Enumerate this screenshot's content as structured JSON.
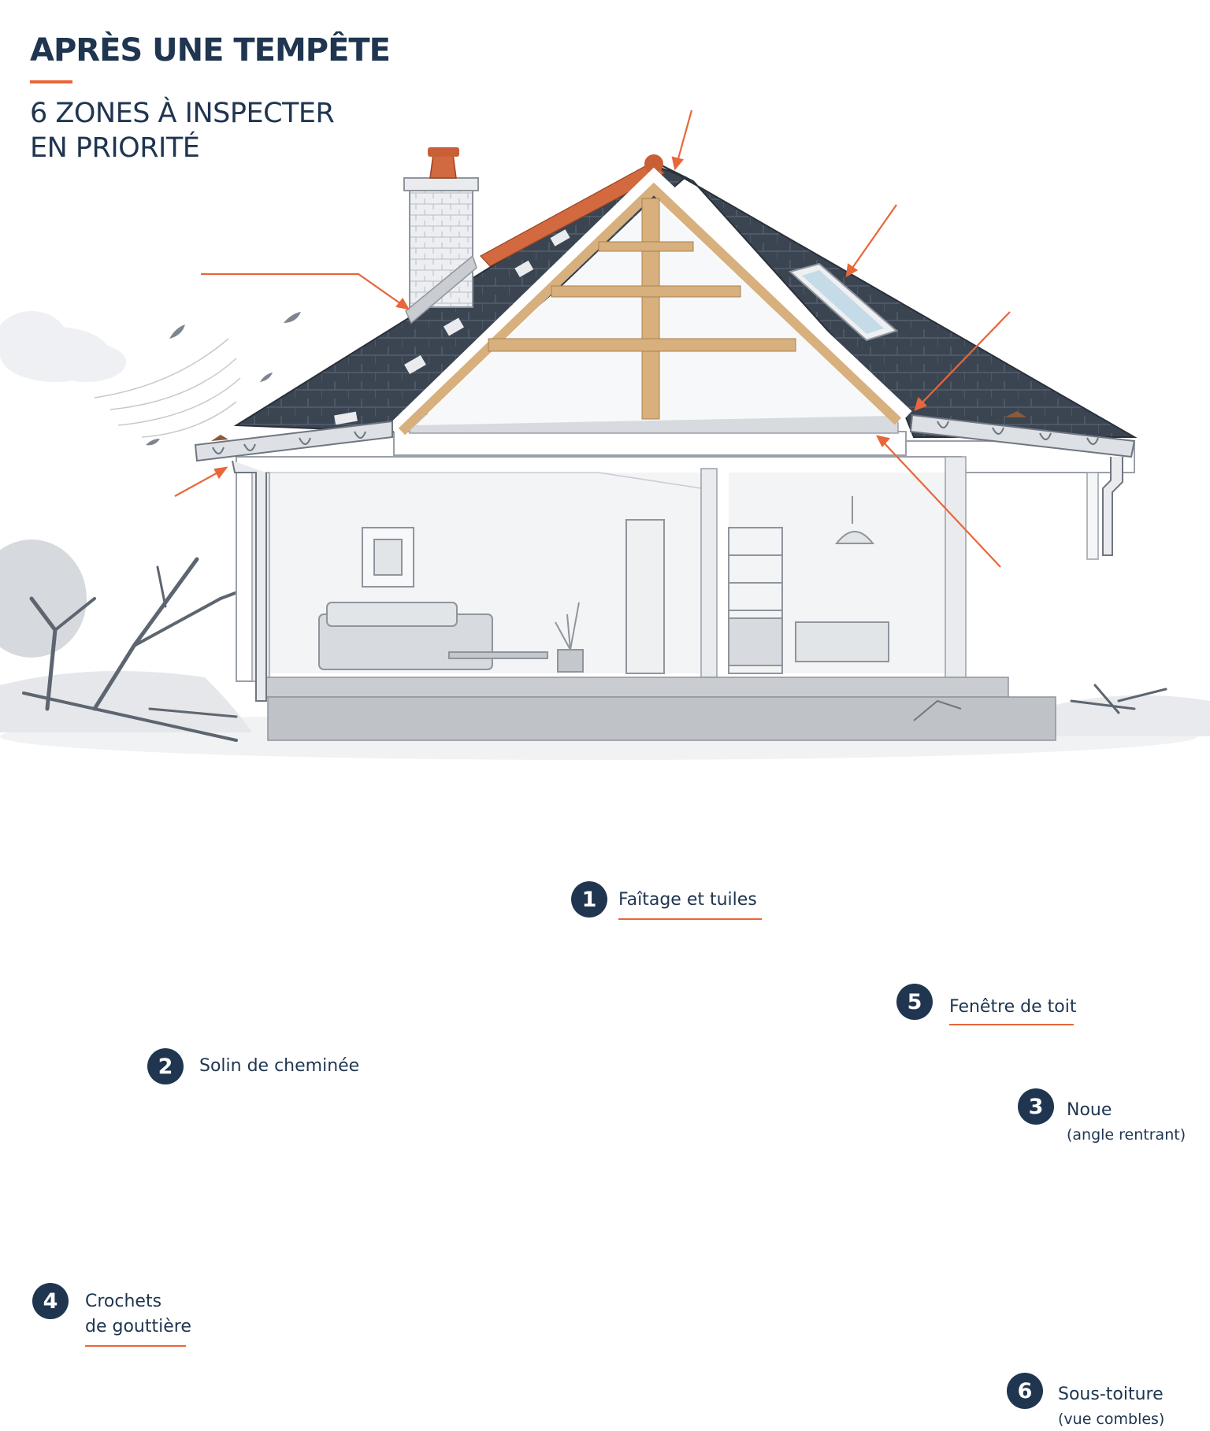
{
  "title": {
    "main": "APRÈS UNE TEMPÊTE",
    "sub": "6 ZONES À INSPECTER EN PRIORITÉ"
  },
  "colors": {
    "navy": "#1f3550",
    "accent": "#e8663a",
    "roof": "#3b4552",
    "ridge_tiles": "#d2693f",
    "timber": "#d7b07e"
  },
  "callouts": [
    {
      "number": "1",
      "label": "Faîtage et tuiles",
      "sublabel": ""
    },
    {
      "number": "2",
      "label": "Solin de cheminée",
      "sublabel": ""
    },
    {
      "number": "3",
      "label": "Noue",
      "sublabel": "(angle rentrant)"
    },
    {
      "number": "4",
      "label": "Crochets",
      "sublabel": "de gouttière"
    },
    {
      "number": "5",
      "label": "Fenêtre de toit",
      "sublabel": ""
    },
    {
      "number": "6",
      "label": "Sous-toiture",
      "sublabel": "(vue combles)"
    }
  ]
}
